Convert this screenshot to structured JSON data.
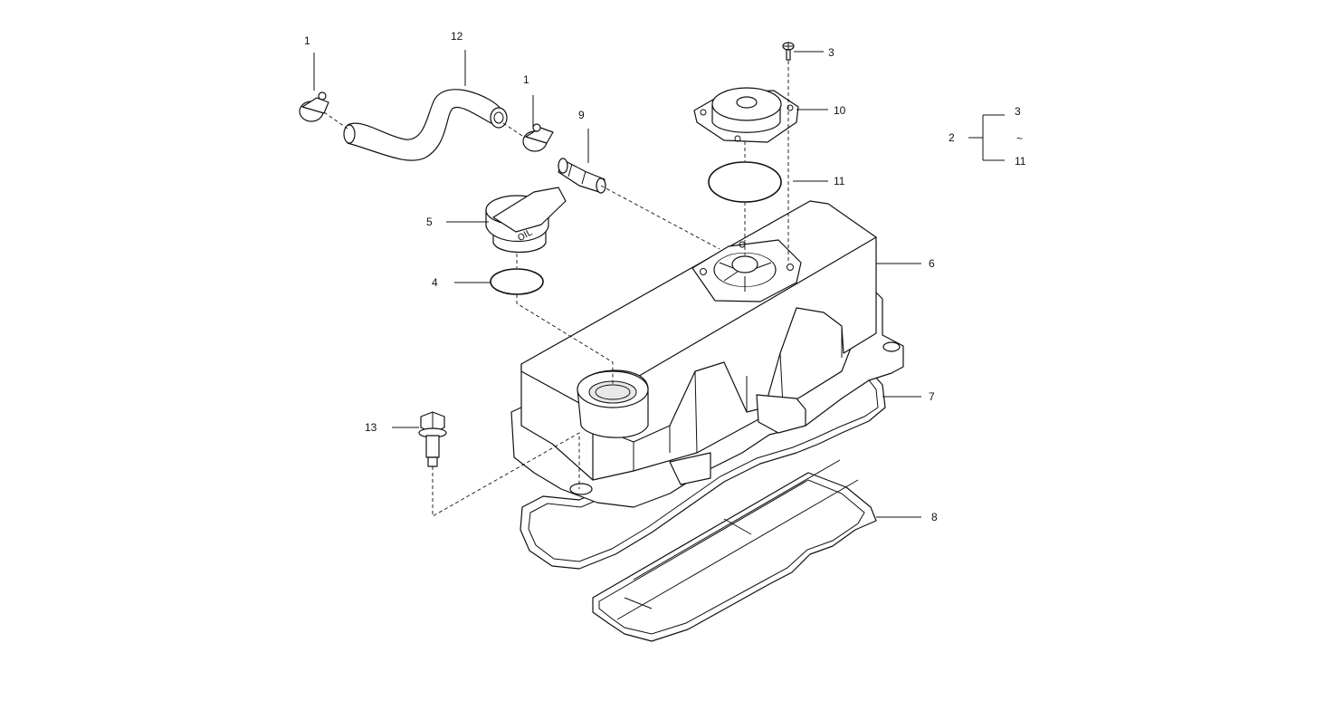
{
  "diagram": {
    "callouts": {
      "c1a": "1",
      "c12": "12",
      "c1b": "1",
      "c9": "9",
      "c3": "3",
      "c10": "10",
      "c11": "11",
      "c5": "5",
      "c4": "4",
      "c6": "6",
      "c7": "7",
      "c8": "8",
      "c13": "13"
    },
    "set_group": {
      "parent": "2",
      "from": "3",
      "range_mark": "~",
      "to": "11"
    },
    "cap_marking": "OIL"
  }
}
